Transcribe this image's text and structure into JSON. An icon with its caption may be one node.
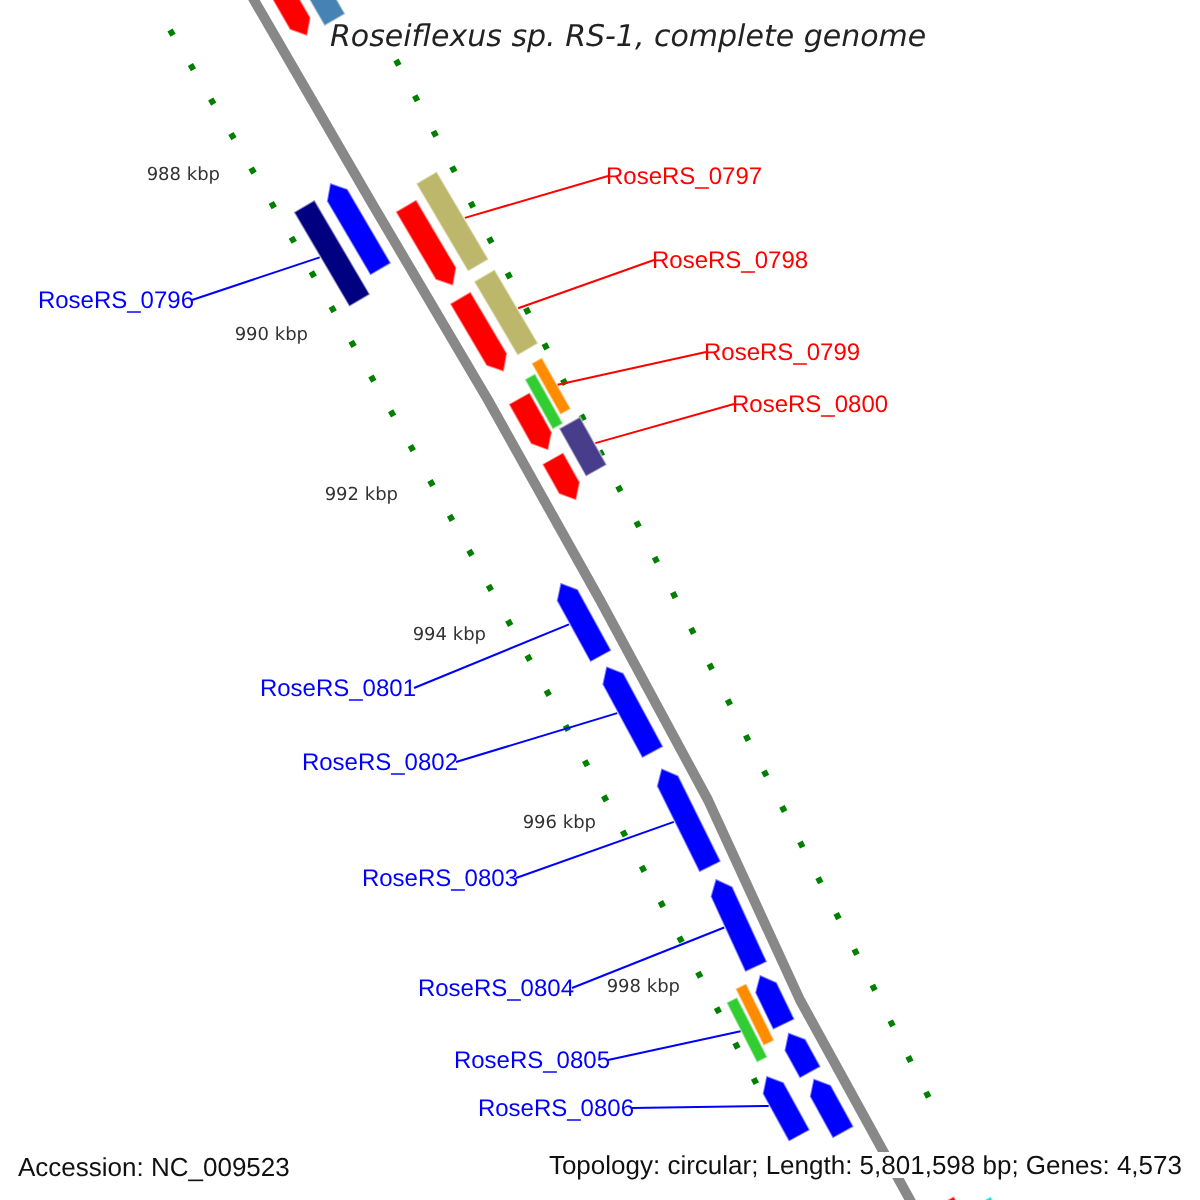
{
  "diagram": {
    "title": "Roseiflexus sp. RS-1, complete genome",
    "nodes": [
      {
        "text": [
          "RoseRS_0797"
        ]
      },
      {
        "text": [
          "RoseRS_0798"
        ]
      },
      {
        "text": [
          "RoseRS_0796"
        ]
      },
      {
        "text": [
          "RoseRS_0799"
        ]
      },
      {
        "text": [
          "RoseRS_0800"
        ]
      },
      {
        "text": [
          "RoseRS_0801"
        ]
      },
      {
        "text": [
          "RoseRS_0802"
        ]
      },
      {
        "text": [
          "RoseRS_0803"
        ]
      },
      {
        "text": [
          "RoseRS_0804"
        ]
      },
      {
        "text": [
          "RoseRS_0805"
        ]
      },
      {
        "text": [
          "RoseRS_0806"
        ]
      },
      {
        "text": [],
        "shape": "arrow"
      },
      {
        "text": [],
        "shape": "box"
      },
      {
        "text": [],
        "shape": "box"
      },
      {
        "text": [],
        "shape": "arrow"
      },
      {
        "text": [],
        "shape": "arrow"
      },
      {
        "text": [],
        "shape": "box"
      },
      {
        "text": [],
        "shape": "arrow"
      },
      {
        "text": [],
        "shape": "box"
      },
      {
        "text": [],
        "shape": "arrow"
      },
      {
        "text": [],
        "shape": "box"
      },
      {
        "text": [],
        "shape": "box"
      },
      {
        "text": [],
        "shape": "arrow"
      },
      {
        "text": [],
        "shape": "box"
      },
      {
        "text": [],
        "shape": "arrow"
      },
      {
        "text": [],
        "shape": "arrow"
      },
      {
        "text": [],
        "shape": "arrow"
      },
      {
        "text": [],
        "shape": "arrow"
      },
      {
        "text": [],
        "shape": "box"
      },
      {
        "text": [],
        "shape": "box"
      },
      {
        "text": [],
        "shape": "arrow"
      },
      {
        "text": [],
        "shape": "arrow"
      },
      {
        "text": [],
        "shape": "arrow"
      },
      {
        "text": [],
        "shape": "arrow"
      },
      {
        "text": [],
        "shape": "arrow"
      },
      {
        "text": [],
        "shape": "box"
      }
    ],
    "edges": [
      {
        "from": 0,
        "to": 16,
        "arrow": "none",
        "color": "#ff0000"
      },
      {
        "from": 1,
        "to": 18,
        "arrow": "none",
        "color": "#ff0000"
      },
      {
        "from": 2,
        "to": 13,
        "arrow": "none"
      },
      {
        "from": 3,
        "to": 21,
        "arrow": "none",
        "color": "#ff0000"
      },
      {
        "from": 4,
        "to": 23,
        "arrow": "none",
        "color": "#ff0000"
      },
      {
        "from": 5,
        "to": 24,
        "arrow": "none"
      },
      {
        "from": 6,
        "to": 25,
        "arrow": "none"
      },
      {
        "from": 7,
        "to": 26,
        "arrow": "none"
      },
      {
        "from": 8,
        "to": 27,
        "arrow": "none"
      },
      {
        "from": 9,
        "to": 28,
        "arrow": "none"
      },
      {
        "from": 10,
        "to": 32,
        "arrow": "none"
      }
    ],
    "labels": [
      "988 kbp",
      "990 kbp",
      "992 kbp",
      "994 kbp",
      "996 kbp",
      "998 kbp",
      "Accession: NC_009523",
      "Topology: circular; Length: 5,801,598 bp; Genes: 4,573"
    ]
  }
}
